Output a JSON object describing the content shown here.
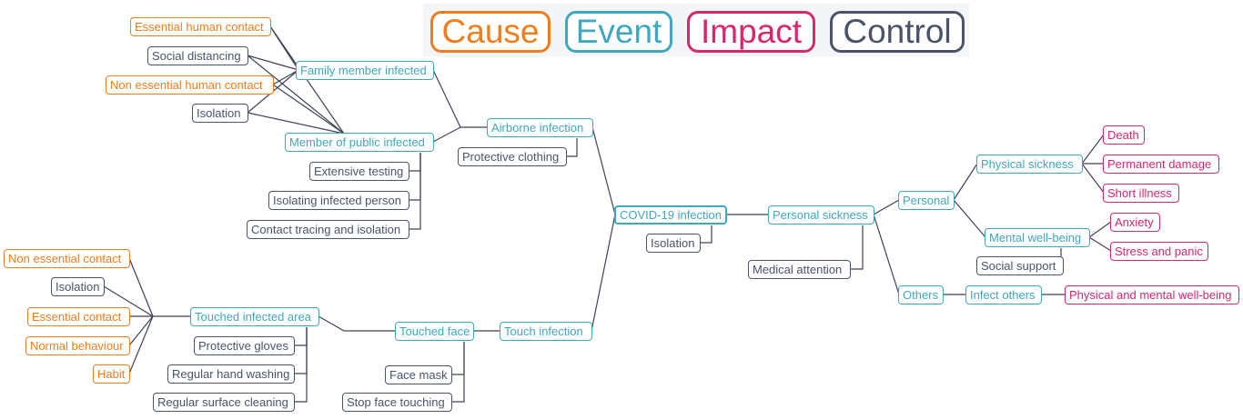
{
  "colors": {
    "cause": "#ee7d1d",
    "event": "#3fa7be",
    "impact": "#d6286c",
    "control": "#4a5468",
    "link": "#3d4454"
  },
  "legend": [
    {
      "label": "Cause",
      "kind": "cause"
    },
    {
      "label": "Event",
      "kind": "event"
    },
    {
      "label": "Impact",
      "kind": "impact"
    },
    {
      "label": "Control",
      "kind": "control"
    }
  ],
  "nodes": [
    {
      "id": "n1",
      "label": "Essential human contact",
      "kind": "cause"
    },
    {
      "id": "n2",
      "label": "Social distancing",
      "kind": "control"
    },
    {
      "id": "n3",
      "label": "Non essential human contact",
      "kind": "cause"
    },
    {
      "id": "n4",
      "label": "Isolation",
      "kind": "control"
    },
    {
      "id": "n5",
      "label": "Family member infected",
      "kind": "event"
    },
    {
      "id": "n6",
      "label": "Member of public infected",
      "kind": "event"
    },
    {
      "id": "n7",
      "label": "Extensive testing",
      "kind": "control"
    },
    {
      "id": "n8",
      "label": "Isolating infected person",
      "kind": "control"
    },
    {
      "id": "n9",
      "label": "Contact tracing and isolation",
      "kind": "control"
    },
    {
      "id": "n10",
      "label": "Airborne infection",
      "kind": "event"
    },
    {
      "id": "n11",
      "label": "Protective clothing",
      "kind": "control"
    },
    {
      "id": "n12",
      "label": "COVID-19 infection",
      "kind": "event"
    },
    {
      "id": "n13",
      "label": "Isolation",
      "kind": "control"
    },
    {
      "id": "n14",
      "label": "Personal sickness",
      "kind": "event"
    },
    {
      "id": "n15",
      "label": "Medical attention",
      "kind": "control"
    },
    {
      "id": "n16",
      "label": "Personal",
      "kind": "event"
    },
    {
      "id": "n17",
      "label": "Physical sickness",
      "kind": "event"
    },
    {
      "id": "n18",
      "label": "Death",
      "kind": "impact"
    },
    {
      "id": "n19",
      "label": "Permanent damage",
      "kind": "impact"
    },
    {
      "id": "n20",
      "label": "Short illness",
      "kind": "impact"
    },
    {
      "id": "n21",
      "label": "Mental well-being",
      "kind": "event"
    },
    {
      "id": "n22",
      "label": "Anxiety",
      "kind": "impact"
    },
    {
      "id": "n23",
      "label": "Stress and panic",
      "kind": "impact"
    },
    {
      "id": "n24",
      "label": "Social support",
      "kind": "control"
    },
    {
      "id": "n25",
      "label": "Others",
      "kind": "event"
    },
    {
      "id": "n26",
      "label": "Infect others",
      "kind": "event"
    },
    {
      "id": "n27",
      "label": "Physical and mental well-being",
      "kind": "impact"
    },
    {
      "id": "n28",
      "label": "Touch infection",
      "kind": "event"
    },
    {
      "id": "n29",
      "label": "Touched face",
      "kind": "event"
    },
    {
      "id": "n30",
      "label": "Face mask",
      "kind": "control"
    },
    {
      "id": "n31",
      "label": "Stop face touching",
      "kind": "control"
    },
    {
      "id": "n32",
      "label": "Touched infected area",
      "kind": "event"
    },
    {
      "id": "n33",
      "label": "Protective gloves",
      "kind": "control"
    },
    {
      "id": "n34",
      "label": "Regular hand washing",
      "kind": "control"
    },
    {
      "id": "n35",
      "label": "Regular surface cleaning",
      "kind": "control"
    },
    {
      "id": "n36",
      "label": "Non essential contact",
      "kind": "cause"
    },
    {
      "id": "n37",
      "label": "Isolation",
      "kind": "control"
    },
    {
      "id": "n38",
      "label": "Essential contact",
      "kind": "cause"
    },
    {
      "id": "n39",
      "label": "Normal behaviour",
      "kind": "cause"
    },
    {
      "id": "n40",
      "label": "Habit",
      "kind": "cause"
    }
  ]
}
